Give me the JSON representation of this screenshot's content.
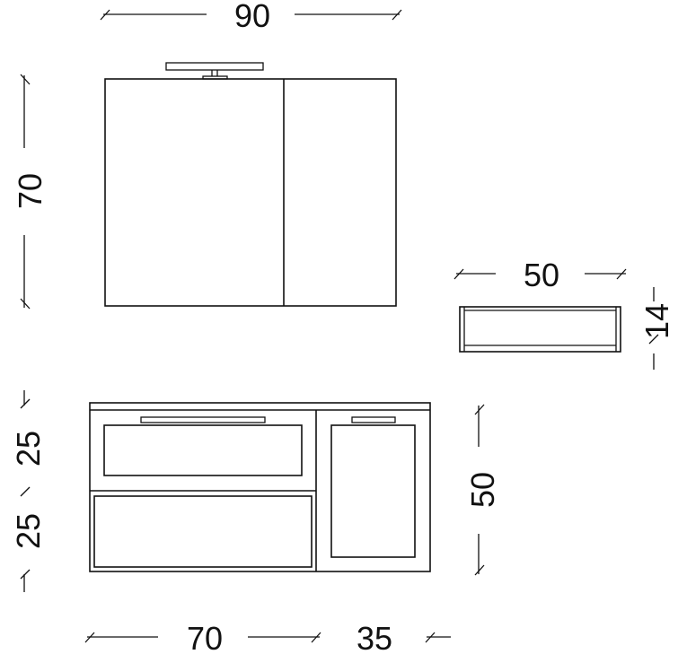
{
  "drawing": {
    "type": "furniture-dimension-drawing",
    "units_implied": "cm",
    "line_color": "#111111",
    "background": "#ffffff"
  },
  "mirror_cabinet": {
    "width_label": "90",
    "height_label": "70",
    "doors": 2,
    "has_top_lamp": true
  },
  "shelf": {
    "width_label": "50",
    "height_label": "14"
  },
  "base_unit": {
    "height_label": "50",
    "left_drawer_heights": [
      "25",
      "25"
    ],
    "bottom_widths": [
      "70",
      "35"
    ]
  }
}
